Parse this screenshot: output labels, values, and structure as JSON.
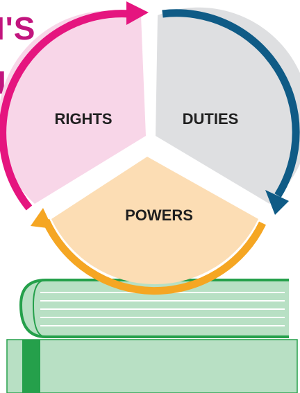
{
  "header": {
    "title_fragment_1": "I'S",
    "title_fragment_2": "L"
  },
  "diagram": {
    "segments": [
      {
        "label": "RIGHTS",
        "fill": "#f8d6e8",
        "arrow_color": "#e5157f"
      },
      {
        "label": "DUTIES",
        "fill": "#dedfe1",
        "arrow_color": "#0f5b86"
      },
      {
        "label": "POWERS",
        "fill": "#fcddb4",
        "arrow_color": "#f5a623"
      }
    ],
    "books": {
      "cover_color": "#b8e0c4",
      "accent_color": "#25a04b"
    }
  }
}
